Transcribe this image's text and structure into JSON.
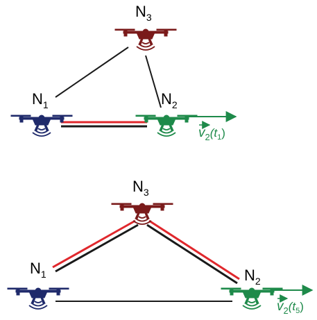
{
  "colors": {
    "n1": "#1f2a6b",
    "n2": "#1e8a4a",
    "n3": "#7a1a1a",
    "link_black": "#1a1a1a",
    "link_red": "#e0282d",
    "velocity": "#1e8a4a"
  },
  "top_scene": {
    "n1_label": "N",
    "n1_sub": "1",
    "n2_label": "N",
    "n2_sub": "2",
    "n3_label": "N",
    "n3_sub": "3",
    "velocity_vec": "v",
    "velocity_sub": "2",
    "velocity_arg_open": "(t",
    "velocity_arg_sub": "1",
    "velocity_arg_close": ")"
  },
  "bottom_scene": {
    "n1_label": "N",
    "n1_sub": "1",
    "n2_label": "N",
    "n2_sub": "2",
    "n3_label": "N",
    "n3_sub": "3",
    "velocity_vec": "v",
    "velocity_sub": "2",
    "velocity_arg_open": "(t",
    "velocity_arg_sub": "5",
    "velocity_arg_close": ")"
  }
}
